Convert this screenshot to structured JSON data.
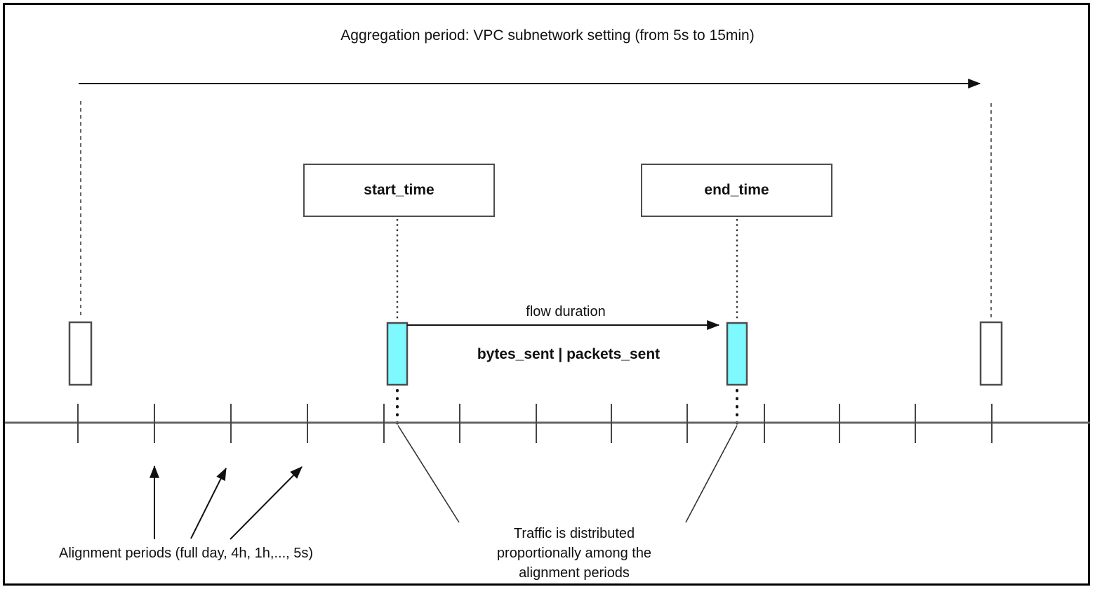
{
  "title": "Aggregation period: VPC subnetwork setting (from 5s to 15min)",
  "timeline": {
    "start_marker_label": "start_time",
    "end_marker_label": "end_time",
    "flow_duration_label": "flow duration",
    "flow_metrics_label": "bytes_sent | packets_sent",
    "tick_count": 13
  },
  "annotations": {
    "alignment_label": "Alignment periods (full day, 4h, 1h,..., 5s)",
    "traffic_note_lines": [
      "Traffic is distributed",
      "proportionally among the",
      "alignment periods"
    ]
  },
  "colors": {
    "flow_highlight": "#7DF9FF",
    "axis": "#666666",
    "frame": "#000000"
  }
}
